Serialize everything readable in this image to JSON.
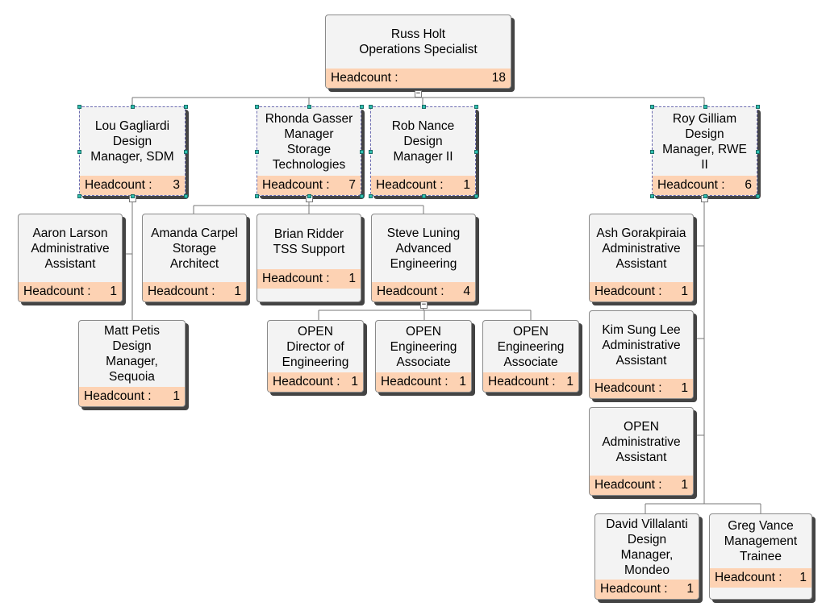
{
  "nodes": [
    {
      "key": "russ",
      "name": "Russ Holt",
      "title": "Operations Specialist",
      "headcount_label": "Headcount :",
      "headcount": "18"
    },
    {
      "key": "lou",
      "name": "Lou Gagliardi",
      "title": "Design Manager, SDM",
      "headcount_label": "Headcount :",
      "headcount": "3"
    },
    {
      "key": "rhonda",
      "name": "Rhonda Gasser",
      "title": "Manager Storage Technologies",
      "headcount_label": "Headcount :",
      "headcount": "7"
    },
    {
      "key": "rob",
      "name": "Rob Nance",
      "title": "Design Manager II",
      "headcount_label": "Headcount :",
      "headcount": "1"
    },
    {
      "key": "roy",
      "name": "Roy Gilliam",
      "title": "Design Manager, RWE II",
      "headcount_label": "Headcount :",
      "headcount": "6"
    },
    {
      "key": "aaron",
      "name": "Aaron Larson",
      "title": "Administrative Assistant",
      "headcount_label": "Headcount :",
      "headcount": "1"
    },
    {
      "key": "matt",
      "name": "Matt Petis",
      "title": "Design Manager, Sequoia",
      "headcount_label": "Headcount :",
      "headcount": "1"
    },
    {
      "key": "amanda",
      "name": "Amanda Carpel",
      "title": "Storage Architect",
      "headcount_label": "Headcount :",
      "headcount": "1"
    },
    {
      "key": "brian",
      "name": "Brian Ridder",
      "title": "TSS Support",
      "headcount_label": "Headcount :",
      "headcount": "1"
    },
    {
      "key": "steve",
      "name": "Steve Luning",
      "title": "Advanced Engineering",
      "headcount_label": "Headcount :",
      "headcount": "4"
    },
    {
      "key": "open1",
      "name": "OPEN",
      "title": "Director of Engineering",
      "headcount_label": "Headcount :",
      "headcount": "1"
    },
    {
      "key": "open2",
      "name": "OPEN",
      "title": "Engineering Associate",
      "headcount_label": "Headcount :",
      "headcount": "1"
    },
    {
      "key": "open3",
      "name": "OPEN",
      "title": "Engineering Associate",
      "headcount_label": "Headcount :",
      "headcount": "1"
    },
    {
      "key": "ash",
      "name": "Ash Gorakpiraia",
      "title": "Administrative Assistant",
      "headcount_label": "Headcount :",
      "headcount": "1"
    },
    {
      "key": "kim",
      "name": "Kim Sung Lee",
      "title": "Administrative Assistant",
      "headcount_label": "Headcount :",
      "headcount": "1"
    },
    {
      "key": "open4",
      "name": "OPEN",
      "title": "Administrative Assistant",
      "headcount_label": "Headcount :",
      "headcount": "1"
    },
    {
      "key": "david",
      "name": "David Villalanti",
      "title": "Design Manager, Mondeo",
      "headcount_label": "Headcount :",
      "headcount": "1"
    },
    {
      "key": "greg",
      "name": "Greg Vance",
      "title": "Management Trainee",
      "headcount_label": "Headcount :",
      "headcount": "1"
    }
  ],
  "collapse_glyph": "−",
  "colors": {
    "headcount_band": "#fdd2b3",
    "card": "#f3f3f3",
    "handle": "#2fbfb0"
  }
}
